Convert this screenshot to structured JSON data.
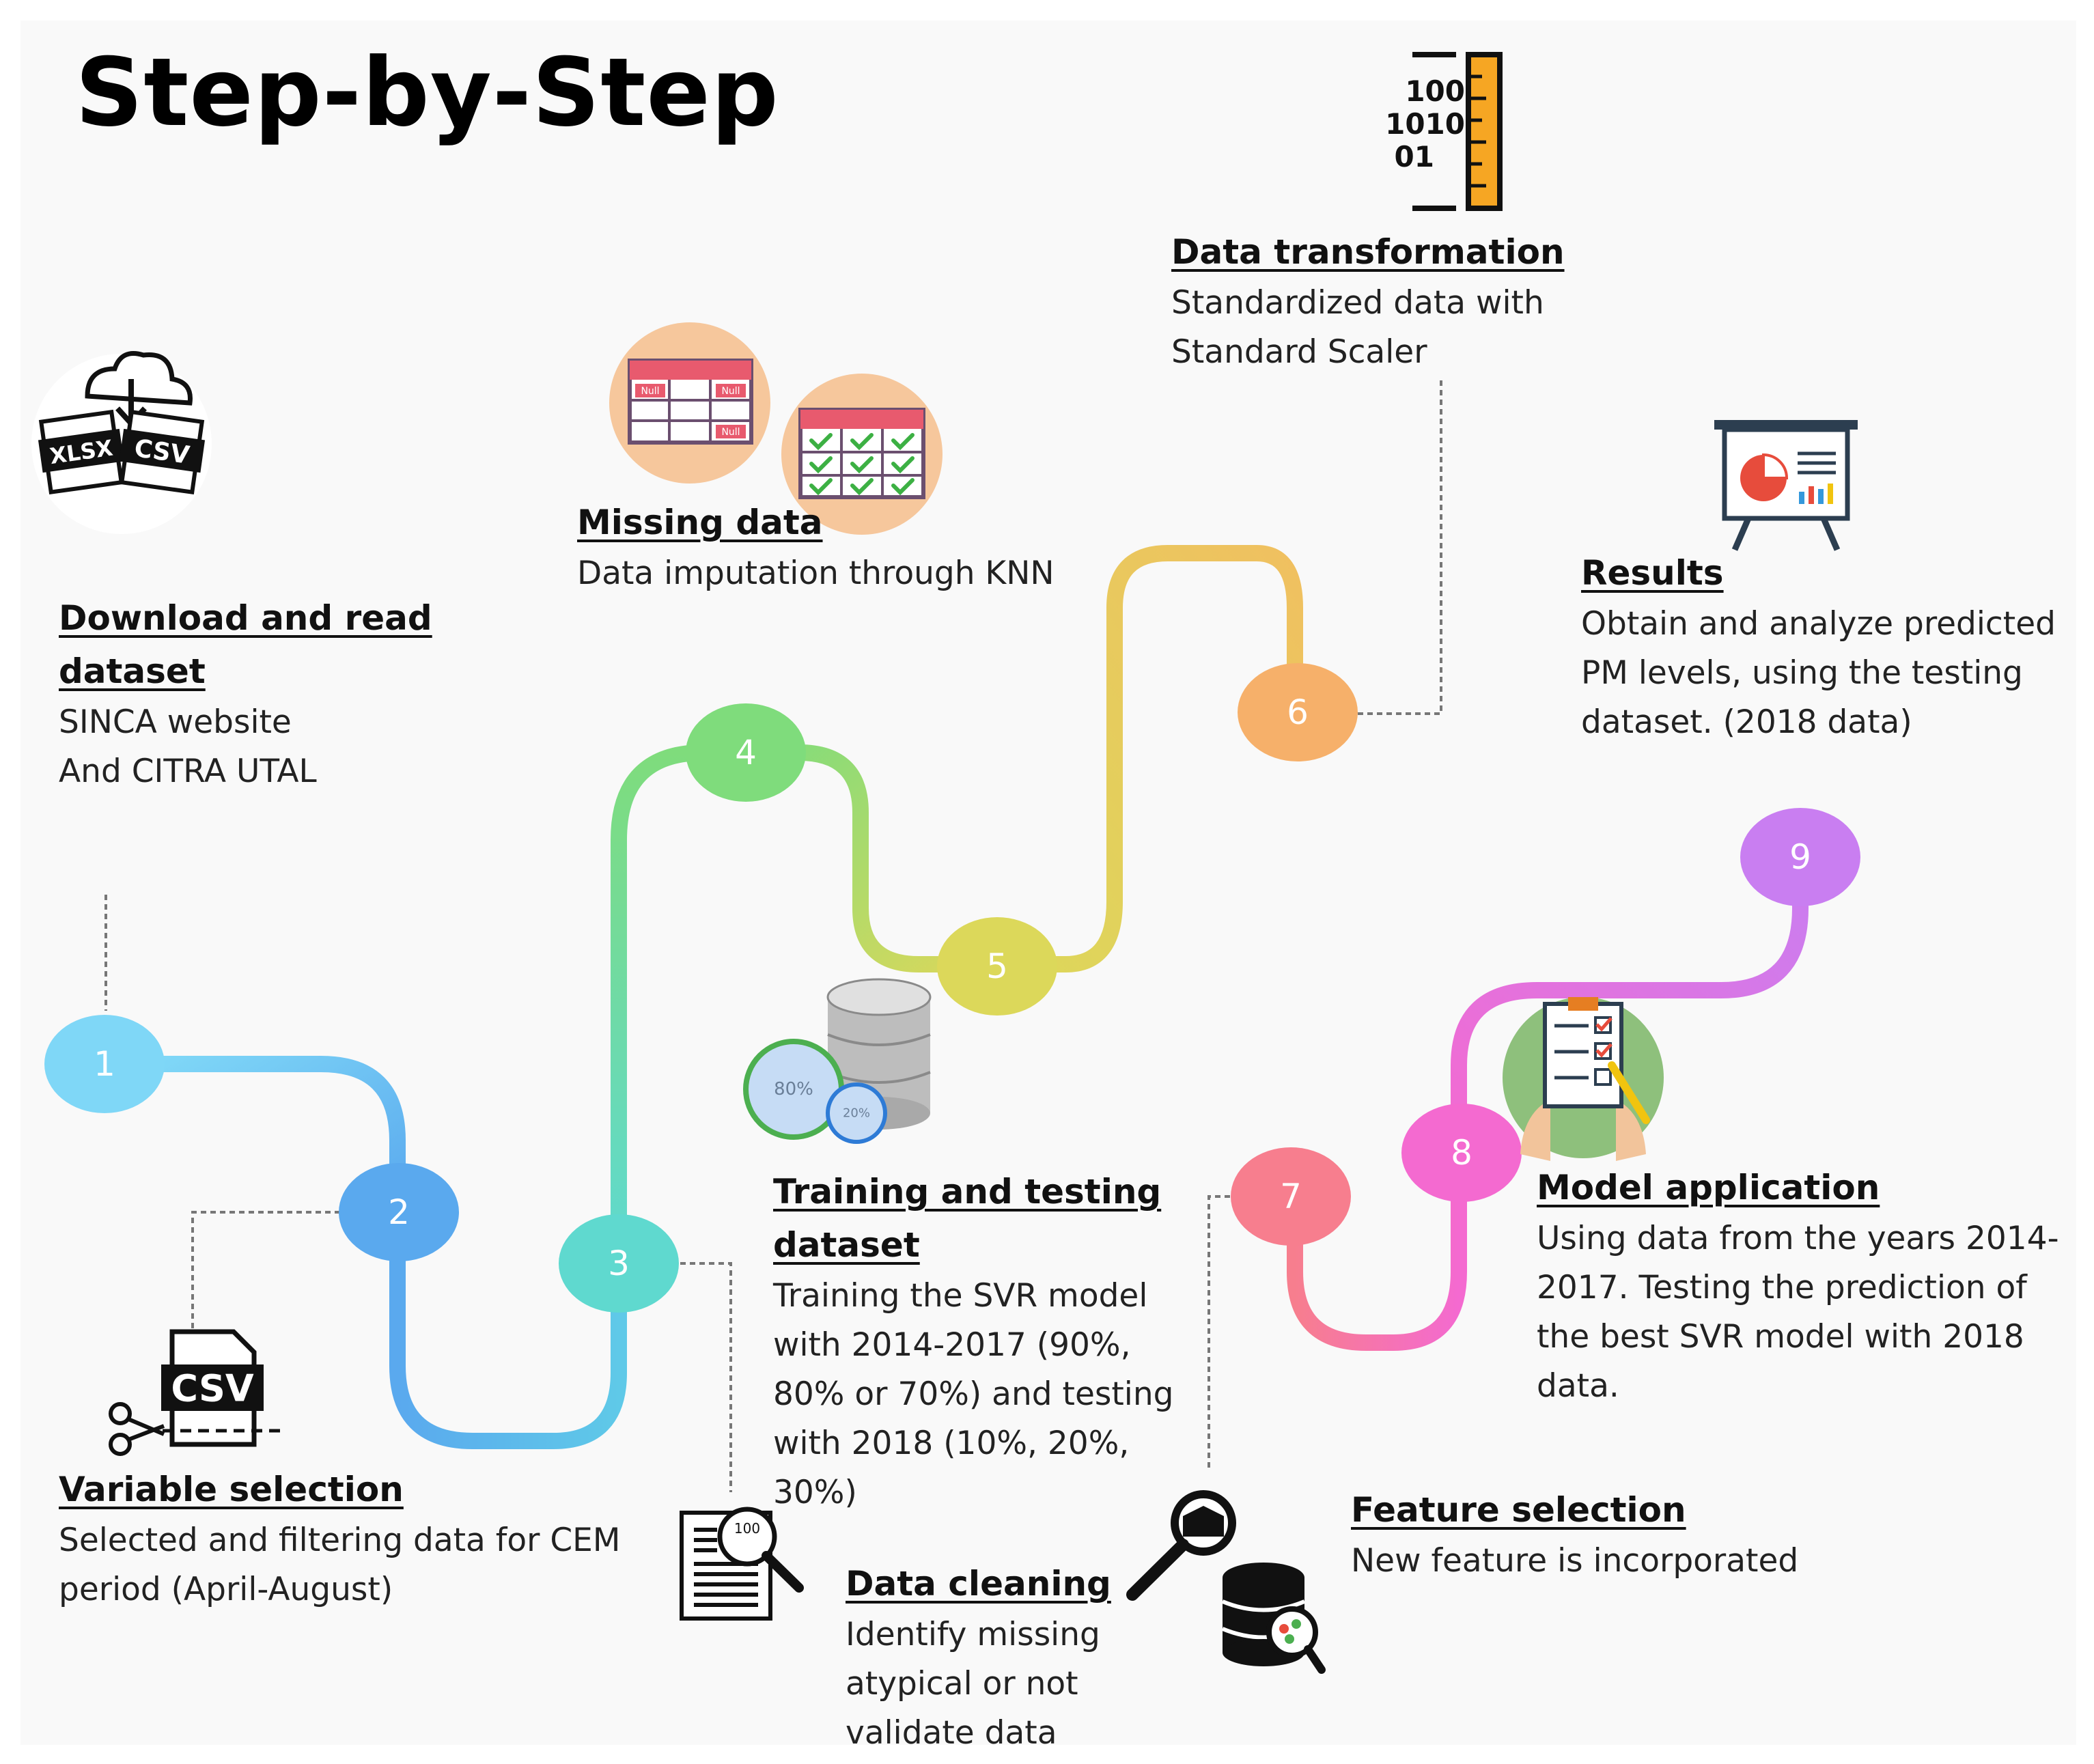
{
  "title": "Step-by-Step",
  "nodes": [
    {
      "label": "1",
      "color": "#7fd7f7"
    },
    {
      "label": "2",
      "color": "#5aa9ee"
    },
    {
      "label": "3",
      "color": "#5fd9cf"
    },
    {
      "label": "4",
      "color": "#7fdc7c"
    },
    {
      "label": "5",
      "color": "#dcd85a"
    },
    {
      "label": "6",
      "color": "#f6b06a"
    },
    {
      "label": "7",
      "color": "#f77e8e"
    },
    {
      "label": "8",
      "color": "#f46ad0"
    },
    {
      "label": "9",
      "color": "#c97ef1"
    }
  ],
  "steps": {
    "download": {
      "heading": "Download and read\ndataset",
      "description": "SINCA website\nAnd CITRA UTAL"
    },
    "variable": {
      "heading": "Variable selection",
      "description": "Selected and filtering data for CEM\nperiod (April-August)"
    },
    "cleaning": {
      "heading": "Data cleaning",
      "description": "Identify missing\natypical or not\nvalidate data"
    },
    "missing": {
      "heading": "Missing data",
      "description": "Data imputation through KNN"
    },
    "training": {
      "heading": "Training and testing\ndataset",
      "description": "Training the SVR model\nwith 2014-2017 (90%,\n80% or 70%) and testing\nwith 2018 (10%, 20%,\n30%)"
    },
    "transformation": {
      "heading": "Data transformation",
      "description": "Standardized data with\nStandard Scaler"
    },
    "feature": {
      "heading": "Feature selection",
      "description": "New feature is incorporated"
    },
    "model": {
      "heading": "Model application",
      "description": "Using data from the years 2014-\n2017. Testing the prediction of\nthe best SVR model with 2018\ndata."
    },
    "results": {
      "heading": "Results",
      "description": "Obtain and analyze predicted\nPM levels, using the testing\ndataset. (2018 data)"
    }
  },
  "icon_text": {
    "xlsx": "XLSX",
    "csv": "CSV",
    "null": "Null",
    "binary": [
      "100",
      "1010",
      "01"
    ],
    "pct_80": "80%",
    "pct_20": "20%"
  },
  "icons": [
    "download-file-icon",
    "csv-cut-icon",
    "document-search-icon",
    "null-table-icon",
    "checked-table-icon",
    "database-split-icon",
    "binary-ruler-icon",
    "magnifier-database-icon",
    "clipboard-checklist-icon",
    "presentation-chart-icon"
  ]
}
